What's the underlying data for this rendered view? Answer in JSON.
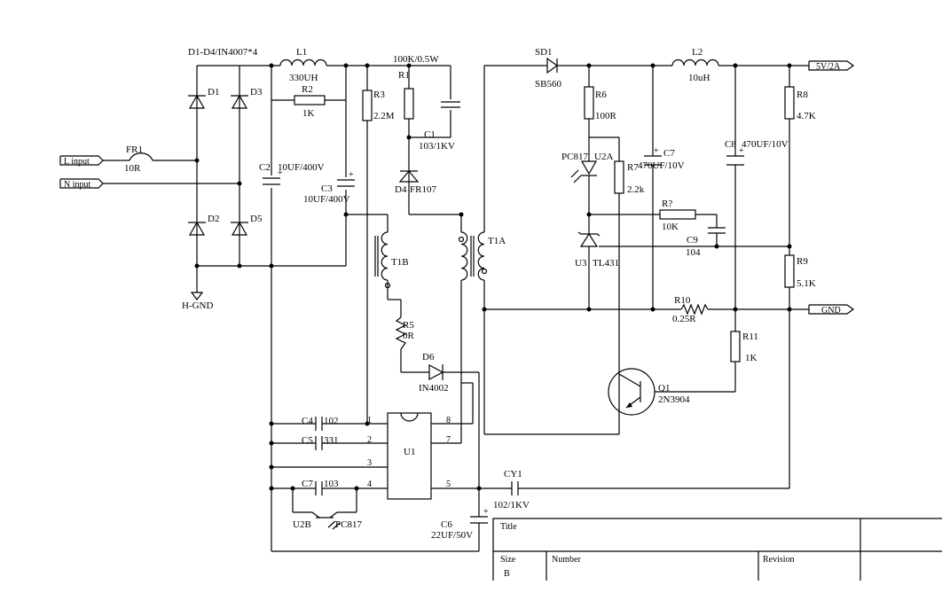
{
  "ports": {
    "l_input": "L input",
    "n_input": "N input",
    "h_gnd": "H-GND",
    "out_5v": "5V/2A",
    "gnd": "GND"
  },
  "components": {
    "d1_d4_note": "D1-D4/IN4007*4",
    "l1": {
      "ref": "L1",
      "value": "330UH"
    },
    "r2": {
      "ref": "R2",
      "value": "1K"
    },
    "fr1": {
      "ref": "FR1",
      "value": "10R"
    },
    "d1": "D1",
    "d2": "D2",
    "d3": "D3",
    "d5": "D5",
    "c2": {
      "ref": "C2",
      "value": "10UF/400V"
    },
    "c3": {
      "ref": "C3",
      "value": "10UF/400V"
    },
    "r3": {
      "ref": "R3",
      "value": "2.2M"
    },
    "r1": {
      "ref": "R1",
      "value": "100K/0.5W"
    },
    "c1": {
      "ref": "C1",
      "value": "103/1KV"
    },
    "d4": {
      "ref": "D4",
      "value": "FR107"
    },
    "t1b": "T1B",
    "t1a": "T1A",
    "r5": {
      "ref": "R5",
      "value": "0R"
    },
    "d6": {
      "ref": "D6",
      "value": "IN4002"
    },
    "c4": {
      "ref": "C4",
      "value": "102"
    },
    "c5": {
      "ref": "C5",
      "value": "331"
    },
    "c7a": {
      "ref": "C7",
      "value": "103"
    },
    "u1": "U1",
    "u2b": {
      "ref": "U2B",
      "value": "PC817"
    },
    "c6": {
      "ref": "C6",
      "value": "22UF/50V"
    },
    "cy1": {
      "ref": "CY1",
      "value": "102/1KV"
    },
    "sd1": {
      "ref": "SD1",
      "value": "SB560"
    },
    "r6": {
      "ref": "R6",
      "value": "100R"
    },
    "u2a": {
      "ref": "U2A",
      "value": "PC817"
    },
    "r7": {
      "ref": "R7",
      "value": "2.2k"
    },
    "c7b": {
      "ref": "C7",
      "value": "470UF/10V"
    },
    "l2": {
      "ref": "L2",
      "value": "10uH"
    },
    "c8": {
      "ref": "C8",
      "value": "470UF/10V"
    },
    "r8": {
      "ref": "R8",
      "value": "4.7K"
    },
    "r_q": {
      "ref": "R?",
      "value": "10K"
    },
    "c9": {
      "ref": "C9",
      "value": "104"
    },
    "u3": {
      "ref": "U3",
      "value": "TL431"
    },
    "r9": {
      "ref": "R9",
      "value": "5.1K"
    },
    "r10": {
      "ref": "R10",
      "value": "0.25R"
    },
    "r11": {
      "ref": "R11",
      "value": "1K"
    },
    "q1": {
      "ref": "Q1",
      "value": "2N3904"
    }
  },
  "pins": {
    "p1": "1",
    "p2": "2",
    "p3": "3",
    "p4": "4",
    "p5": "5",
    "p7": "7",
    "p8": "8"
  },
  "title_block": {
    "title": "Title",
    "size": "Size",
    "size_value": "B",
    "number": "Number",
    "revision": "Revision"
  }
}
